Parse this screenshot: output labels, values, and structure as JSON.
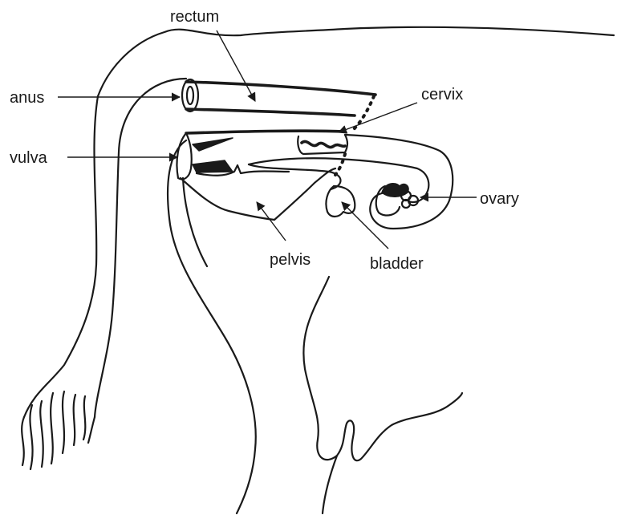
{
  "diagram": {
    "labels": {
      "rectum": "rectum",
      "anus": "anus",
      "cervix": "cervix",
      "vulva": "vulva",
      "ovary": "ovary",
      "pelvis": "pelvis",
      "bladder": "bladder"
    }
  }
}
